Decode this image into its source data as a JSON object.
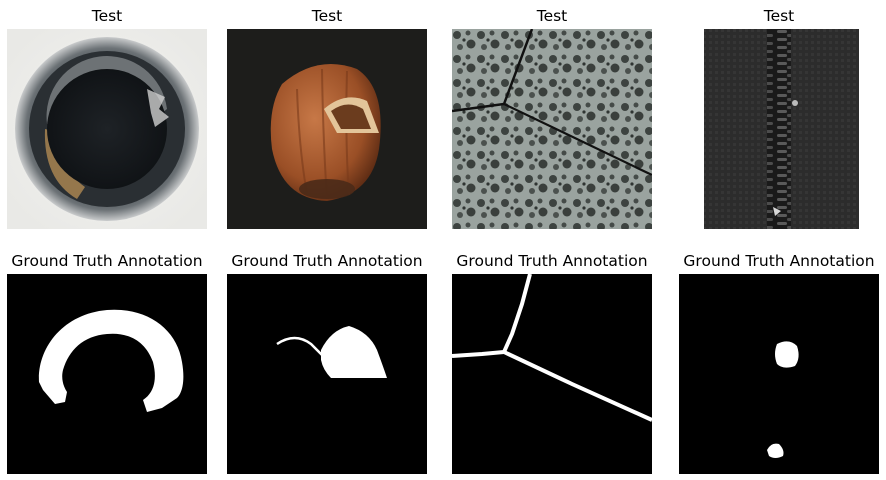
{
  "panels": [
    {
      "title": "Test",
      "subject": "bottle",
      "kind": "test"
    },
    {
      "title": "Test",
      "subject": "hazelnut",
      "kind": "test"
    },
    {
      "title": "Test",
      "subject": "tile",
      "kind": "test"
    },
    {
      "title": "Test",
      "subject": "zipper",
      "kind": "test"
    },
    {
      "title": "Ground Truth Annotation",
      "subject": "bottle",
      "kind": "mask"
    },
    {
      "title": "Ground Truth Annotation",
      "subject": "hazelnut",
      "kind": "mask"
    },
    {
      "title": "Ground Truth Annotation",
      "subject": "tile",
      "kind": "mask"
    },
    {
      "title": "Ground Truth Annotation",
      "subject": "zipper",
      "kind": "mask"
    }
  ],
  "colors": {
    "mask_background": "#000000",
    "mask_foreground": "#ffffff"
  }
}
